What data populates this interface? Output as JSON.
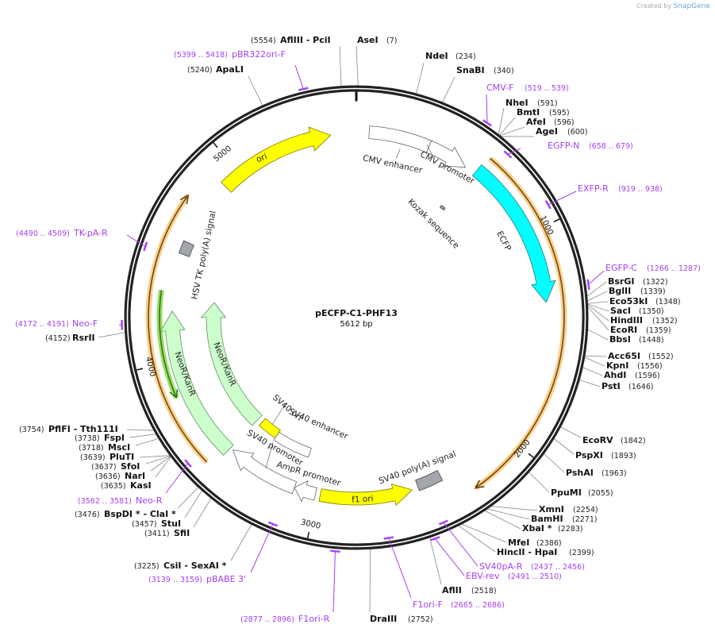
{
  "credit": {
    "prefix": "Created by",
    "brand": "SnapGene"
  },
  "plasmid": {
    "name": "pECFP-C1-PHF13",
    "length_label": "5612 bp",
    "length_bp": 5612
  },
  "ticks": [
    "1000",
    "2000",
    "3000",
    "4000",
    "5000"
  ],
  "colors": {
    "yellow": "#ffff00",
    "cyan": "#00ffff",
    "light_green": "#ccffcc",
    "gray": "#a3a7ac",
    "orange": "#ffcf87",
    "primer": "#a43ff0"
  },
  "features": [
    {
      "name": "ori",
      "start": 4911,
      "end": 5487,
      "direction": "cw",
      "color": "#ffff00"
    },
    {
      "name": "CMV enhancer",
      "start": 62,
      "end": 359,
      "direction": "none",
      "color": "#ffffff"
    },
    {
      "name": "CMV promoter",
      "start": 359,
      "end": 561,
      "direction": "cw",
      "color": "#ffffff"
    },
    {
      "name": "ECFP",
      "start": 613,
      "end": 1332,
      "direction": "cw",
      "color": "#00ffff"
    },
    {
      "name": "Kozak sequence",
      "start": 580,
      "end": 610,
      "direction": "none",
      "color": "#a3a7ac"
    },
    {
      "name": "HSV TK poly(A) signal",
      "start": 4521,
      "end": 4583,
      "direction": "none",
      "color": "#a3a7ac"
    },
    {
      "name": "NeoR/KanR",
      "start": 3492,
      "end": 4240,
      "direction": "cw",
      "color": "#ccffcc"
    },
    {
      "name": "NeoR/KanR",
      "start": 3492,
      "end": 4303,
      "direction": "cw",
      "color": "#ccffcc"
    },
    {
      "name": "SV40 ori",
      "start": 3336,
      "end": 3461,
      "direction": "none",
      "color": "#ffff00"
    },
    {
      "name": "SV40 enhancer",
      "start": 3102,
      "end": 3336,
      "direction": "none",
      "color": "#ffffff"
    },
    {
      "name": "SV40 promoter",
      "start": 3118,
      "end": 3477,
      "direction": "cw",
      "color": "#ffffff"
    },
    {
      "name": "AmpR promoter",
      "start": 3009,
      "end": 3118,
      "direction": "cw",
      "color": "#ffffff"
    },
    {
      "name": "f1 ori",
      "start": 2526,
      "end": 2985,
      "direction": "ccw",
      "color": "#ffff00"
    },
    {
      "name": "SV40 poly(A) signal",
      "start": 2370,
      "end": 2494,
      "direction": "none",
      "color": "#a3a7ac"
    }
  ],
  "orfs": [
    {
      "start": 624,
      "end": 2261,
      "direction": "cw",
      "color": "#ffcf87"
    },
    {
      "start": 3523,
      "end": 4770,
      "direction": "cw",
      "color": "#ffcf87"
    },
    {
      "start": 3835,
      "end": 4334,
      "direction": "ccw",
      "color": "#99dd66"
    }
  ],
  "sites": [
    {
      "name": "AseI",
      "pos": 7,
      "label": "(7)"
    },
    {
      "name": "NdeI",
      "pos": 234,
      "label": "(234)"
    },
    {
      "name": "SnaBI",
      "pos": 340,
      "label": "(340)"
    },
    {
      "name": "NheI",
      "pos": 591,
      "label": "(591)"
    },
    {
      "name": "BmtI",
      "pos": 595,
      "label": "(595)"
    },
    {
      "name": "AfeI",
      "pos": 596,
      "label": "(596)"
    },
    {
      "name": "AgeI",
      "pos": 600,
      "label": "(600)"
    },
    {
      "name": "BsrGI",
      "pos": 1322,
      "label": "(1322)"
    },
    {
      "name": "BglII",
      "pos": 1339,
      "label": "(1339)"
    },
    {
      "name": "Eco53kI",
      "pos": 1348,
      "label": "(1348)"
    },
    {
      "name": "SacI",
      "pos": 1350,
      "label": "(1350)"
    },
    {
      "name": "HindIII",
      "pos": 1352,
      "label": "(1352)"
    },
    {
      "name": "EcoRI",
      "pos": 1359,
      "label": "(1359)"
    },
    {
      "name": "BbsI",
      "pos": 1448,
      "label": "(1448)"
    },
    {
      "name": "Acc65I",
      "pos": 1552,
      "label": "(1552)"
    },
    {
      "name": "KpnI",
      "pos": 1556,
      "label": "(1556)"
    },
    {
      "name": "AhdI",
      "pos": 1596,
      "label": "(1596)"
    },
    {
      "name": "PstI",
      "pos": 1646,
      "label": "(1646)"
    },
    {
      "name": "EcoRV",
      "pos": 1842,
      "label": "(1842)"
    },
    {
      "name": "PspXI",
      "pos": 1893,
      "label": "(1893)"
    },
    {
      "name": "PshAI",
      "pos": 1963,
      "label": "(1963)"
    },
    {
      "name": "PpuMI",
      "pos": 2055,
      "label": "(2055)"
    },
    {
      "name": "XmnI",
      "pos": 2254,
      "label": "(2254)"
    },
    {
      "name": "BamHI",
      "pos": 2271,
      "label": "(2271)"
    },
    {
      "name": "XbaI *",
      "pos": 2283,
      "label": "(2283)"
    },
    {
      "name": "MfeI",
      "pos": 2386,
      "label": "(2386)"
    },
    {
      "name": "HincII  - HpaI",
      "pos": 2399,
      "label": "(2399)"
    },
    {
      "name": "AflII",
      "pos": 2518,
      "label": "(2518)"
    },
    {
      "name": "DraIII",
      "pos": 2752,
      "label": "(2752)"
    },
    {
      "name": "CsiI  - SexAI *",
      "pos": 3225,
      "label": "(3225)"
    },
    {
      "name": "SfiI",
      "pos": 3411,
      "label": "(3411)"
    },
    {
      "name": "StuI",
      "pos": 3457,
      "label": "(3457)"
    },
    {
      "name": "BspDI *  - ClaI *",
      "pos": 3476,
      "label": "(3476)"
    },
    {
      "name": "KasI",
      "pos": 3635,
      "label": "(3635)"
    },
    {
      "name": "NarI",
      "pos": 3636,
      "label": "(3636)"
    },
    {
      "name": "SfoI",
      "pos": 3637,
      "label": "(3637)"
    },
    {
      "name": "PluTI",
      "pos": 3639,
      "label": "(3639)"
    },
    {
      "name": "MscI",
      "pos": 3718,
      "label": "(3718)"
    },
    {
      "name": "FspI",
      "pos": 3738,
      "label": "(3738)"
    },
    {
      "name": "PflFI  - Tth111I",
      "pos": 3754,
      "label": "(3754)"
    },
    {
      "name": "RsrII",
      "pos": 4152,
      "label": "(4152)"
    },
    {
      "name": "ApaLI",
      "pos": 5240,
      "label": "(5240)"
    },
    {
      "name": "AflIII  - PciI",
      "pos": 5554,
      "label": "(5554)"
    }
  ],
  "primers": [
    {
      "name": "pBR322ori-F",
      "start": 5399,
      "end": 5418,
      "label": "(5399 .. 5418)",
      "direction": "forward"
    },
    {
      "name": "CMV-F",
      "start": 519,
      "end": 539,
      "label": "(519 .. 539)",
      "direction": "forward"
    },
    {
      "name": "EGFP-N",
      "start": 658,
      "end": 679,
      "label": "(658 .. 679)",
      "direction": "reverse"
    },
    {
      "name": "EXFP-R",
      "start": 919,
      "end": 938,
      "label": "(919 .. 938)",
      "direction": "reverse"
    },
    {
      "name": "EGFP-C",
      "start": 1266,
      "end": 1287,
      "label": "(1266 .. 1287)",
      "direction": "forward"
    },
    {
      "name": "SV40pA-R",
      "start": 2437,
      "end": 2456,
      "label": "(2437 .. 2456)",
      "direction": "reverse"
    },
    {
      "name": "EBV-rev",
      "start": 2491,
      "end": 2510,
      "label": "(2491 .. 2510)",
      "direction": "forward"
    },
    {
      "name": "F1ori-F",
      "start": 2665,
      "end": 2686,
      "label": "(2665 .. 2686)",
      "direction": "reverse"
    },
    {
      "name": "F1ori-R",
      "start": 2877,
      "end": 2896,
      "label": "(2877 .. 2896)",
      "direction": "forward"
    },
    {
      "name": "pBABE 3'",
      "start": 3139,
      "end": 3159,
      "label": "(3139 .. 3159)",
      "direction": "reverse"
    },
    {
      "name": "Neo-R",
      "start": 3562,
      "end": 3581,
      "label": "(3562 .. 3581)",
      "direction": "reverse"
    },
    {
      "name": "Neo-F",
      "start": 4172,
      "end": 4191,
      "label": "(4172 .. 4191)",
      "direction": "forward"
    },
    {
      "name": "TK-pA-R",
      "start": 4490,
      "end": 4509,
      "label": "(4490 .. 4509)",
      "direction": "reverse"
    }
  ]
}
